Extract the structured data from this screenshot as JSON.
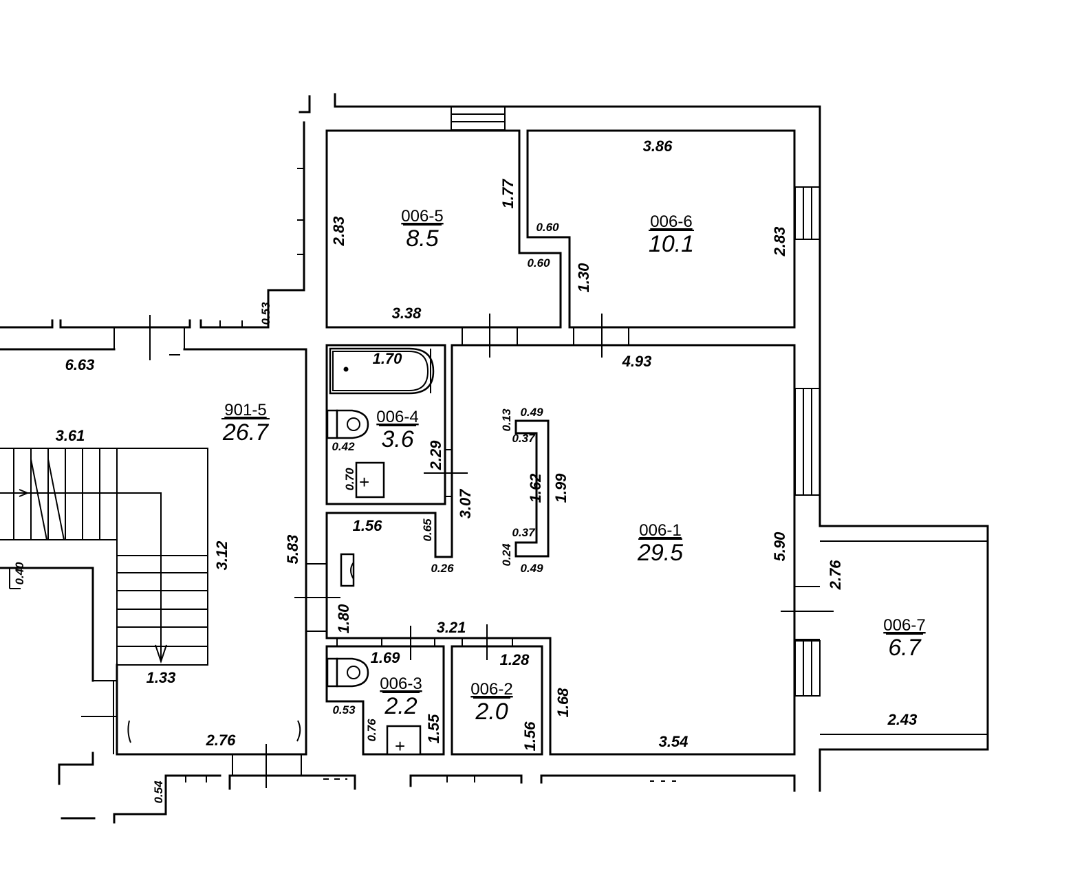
{
  "rooms": [
    {
      "id": "006-5",
      "area": "8.5"
    },
    {
      "id": "006-6",
      "area": "10.1"
    },
    {
      "id": "901-5",
      "area": "26.7"
    },
    {
      "id": "006-4",
      "area": "3.6"
    },
    {
      "id": "006-1",
      "area": "29.5"
    },
    {
      "id": "006-3",
      "area": "2.2"
    },
    {
      "id": "006-2",
      "area": "2.0"
    },
    {
      "id": "006-7",
      "area": "6.7"
    }
  ],
  "dimensions": {
    "r5_height": "2.83",
    "r5_width": "3.38",
    "r5_right_upper": "1.77",
    "r5_notch_top": "0.60",
    "r5_notch_bottom": "0.60",
    "r6_width": "3.86",
    "r6_height": "2.83",
    "r6_left": "1.30",
    "corridor_053": "0.53",
    "r901_width": "6.63",
    "stair_width": "3.61",
    "stair_height": "3.12",
    "r901_height": "5.83",
    "r901_040": "0.40",
    "stair_run": "1.33",
    "r901_bottom": "2.76",
    "r901_054": "0.54",
    "bath_len": "1.70",
    "r4_042": "0.42",
    "r4_070": "0.70",
    "r4_229": "2.29",
    "r1_307": "3.07",
    "r1_top": "4.93",
    "r1_bottom": "3.54",
    "r1_right": "5.90",
    "r1_168": "1.68",
    "col_013": "0.13",
    "col_049_top": "0.49",
    "col_037_top": "0.37",
    "col_162": "1.62",
    "col_199": "1.99",
    "col_037_bottom": "0.37",
    "col_024": "0.24",
    "col_049_bottom": "0.49",
    "hall_156": "1.56",
    "hall_065": "0.65",
    "hall_026": "0.26",
    "hall_180": "1.80",
    "hall_321": "3.21",
    "r3_169": "1.69",
    "r3_053": "0.53",
    "r3_076": "0.76",
    "r3_155": "1.55",
    "r2_128": "1.28",
    "r2_156": "1.56",
    "r7_276": "2.76",
    "r7_243": "2.43"
  },
  "symbols": {
    "sink": "+"
  }
}
